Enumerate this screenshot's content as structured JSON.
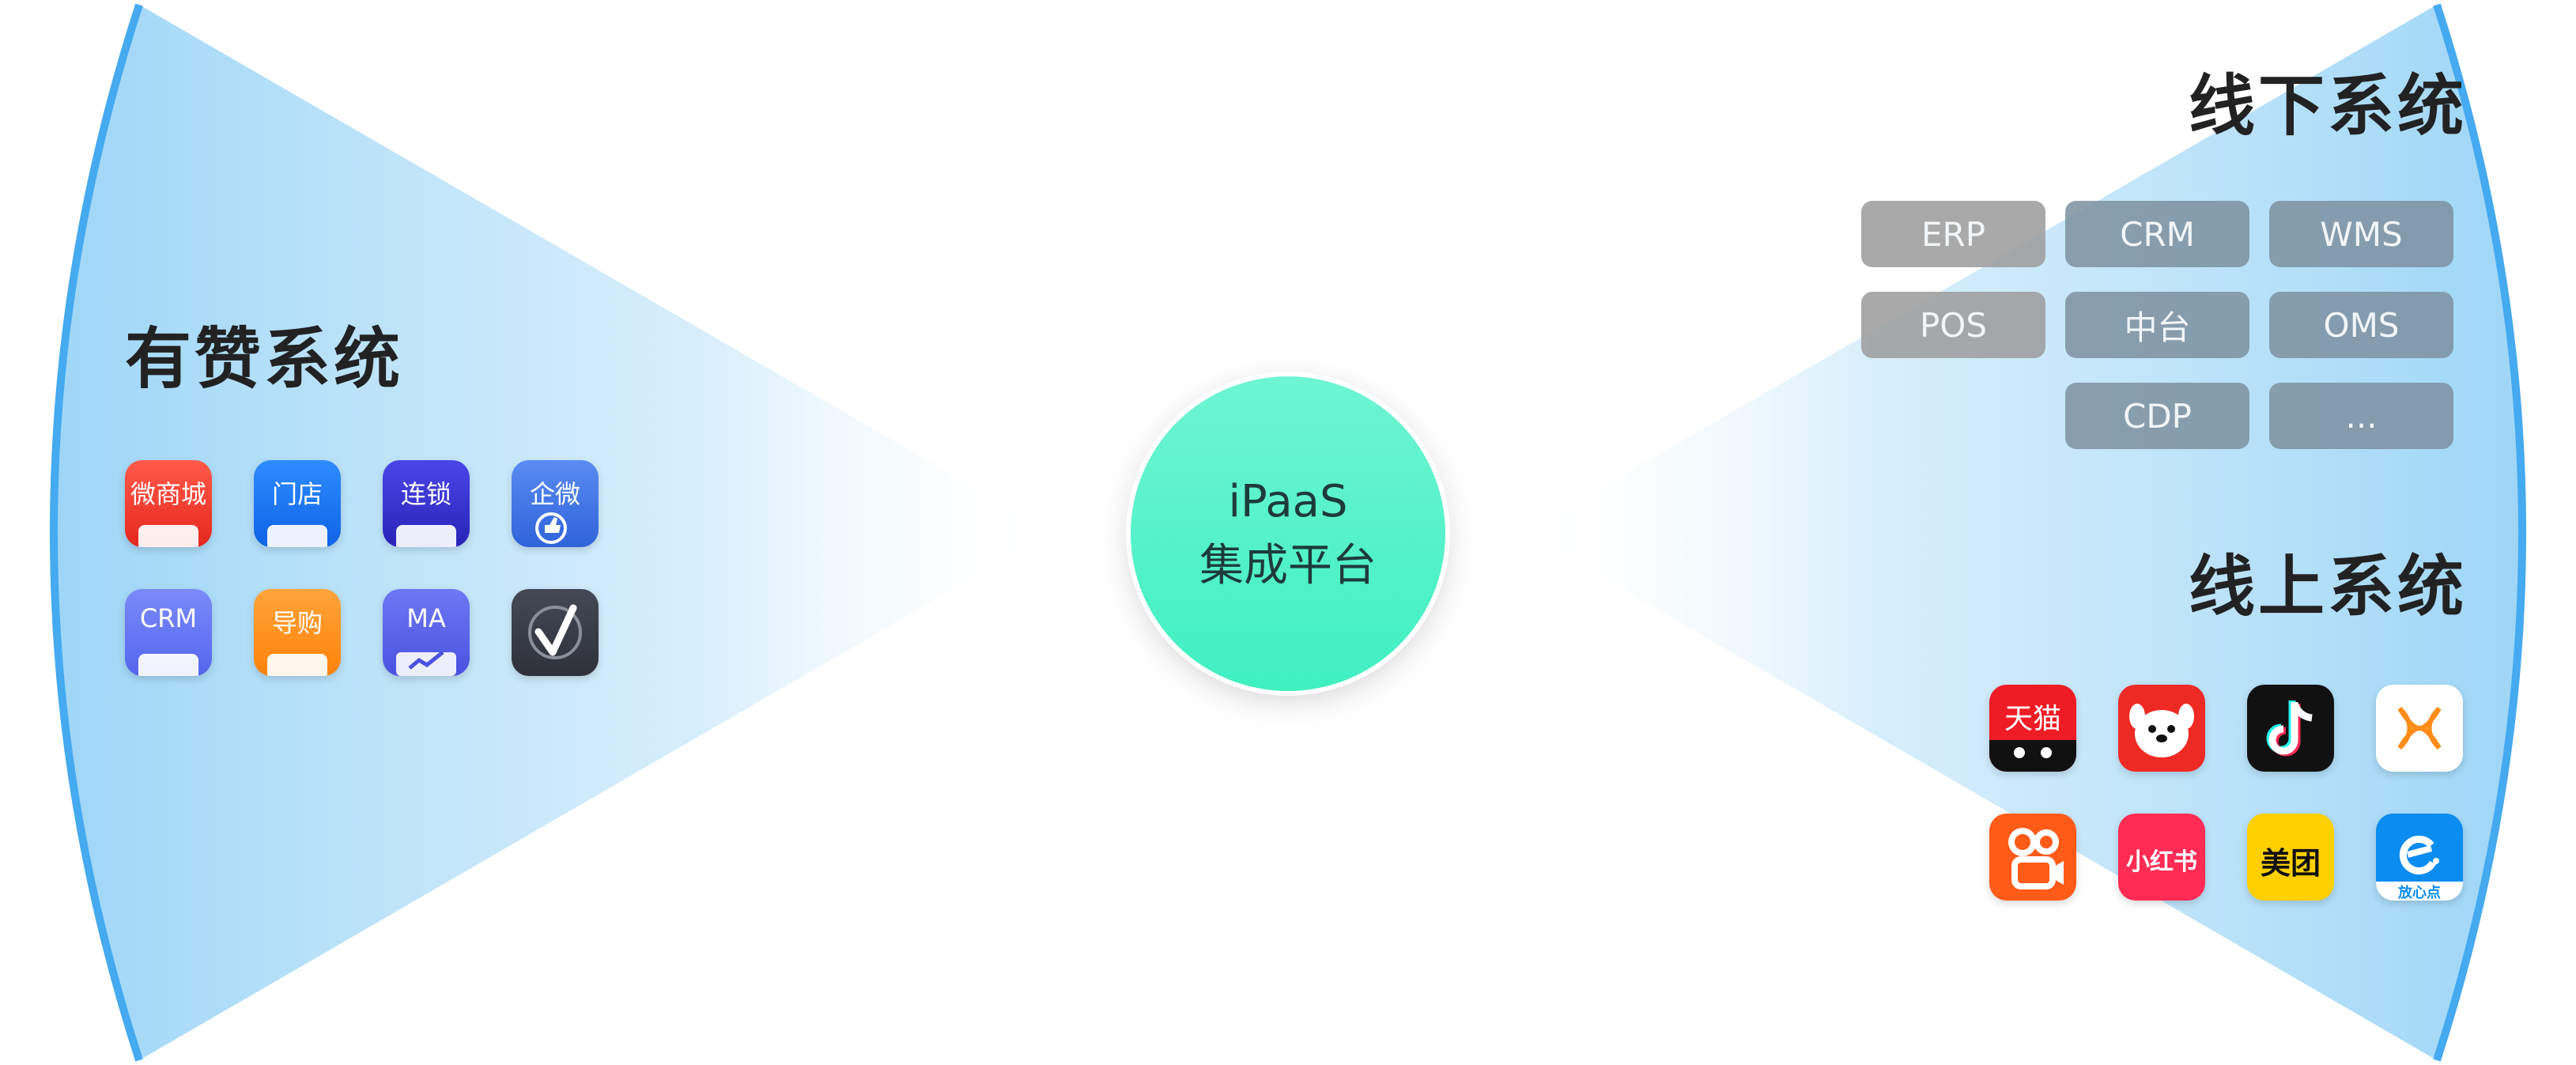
{
  "colors": {
    "fan_edge": "#45aaf0",
    "fan_fill": "#9ed6f7",
    "center_fill": "#4ff3c6"
  },
  "left": {
    "title": "有赞系统",
    "apps": [
      {
        "label": "微商城",
        "icon": "store-bag-icon",
        "color": "#ef3b2d"
      },
      {
        "label": "门店",
        "icon": "storefront-icon",
        "color": "#1677f5"
      },
      {
        "label": "连锁",
        "icon": "chain-store-icon",
        "color": "#3b36d4"
      },
      {
        "label": "企微",
        "icon": "thumbs-up-icon",
        "color": "#3f78e6"
      },
      {
        "label": "CRM",
        "icon": "member-card-icon",
        "color": "#6b7af6"
      },
      {
        "label": "导购",
        "icon": "id-card-icon",
        "color": "#ff8c17"
      },
      {
        "label": "MA",
        "icon": "growth-chart-icon",
        "color": "#5a63ec"
      },
      {
        "label": "",
        "icon": "checkmark-icon",
        "color": "#3a3d45"
      }
    ]
  },
  "center": {
    "line1": "iPaaS",
    "line2": "集成平台"
  },
  "offline": {
    "title": "线下系统",
    "items": [
      "ERP",
      "CRM",
      "WMS",
      "POS",
      "中台",
      "OMS",
      "CDP",
      "..."
    ]
  },
  "online": {
    "title": "线上系统",
    "apps": [
      {
        "label": "天猫",
        "icon": "tmall-cat-icon",
        "color": "#ee1c25"
      },
      {
        "label": "",
        "icon": "jd-dog-icon",
        "color": "#ee2a24"
      },
      {
        "label": "",
        "icon": "douyin-note-icon",
        "color": "#111111"
      },
      {
        "label": "",
        "icon": "butterfly-icon",
        "color": "#ffffff"
      },
      {
        "label": "",
        "icon": "kuaishou-camera-icon",
        "color": "#fe5a18"
      },
      {
        "label": "小红书",
        "icon": "xiaohongshu-icon",
        "color": "#fe2c55"
      },
      {
        "label": "美团",
        "icon": "meituan-icon",
        "color": "#ffd000"
      },
      {
        "label": "放心点",
        "icon": "eleme-icon",
        "color": "#0a8cf0"
      }
    ]
  }
}
